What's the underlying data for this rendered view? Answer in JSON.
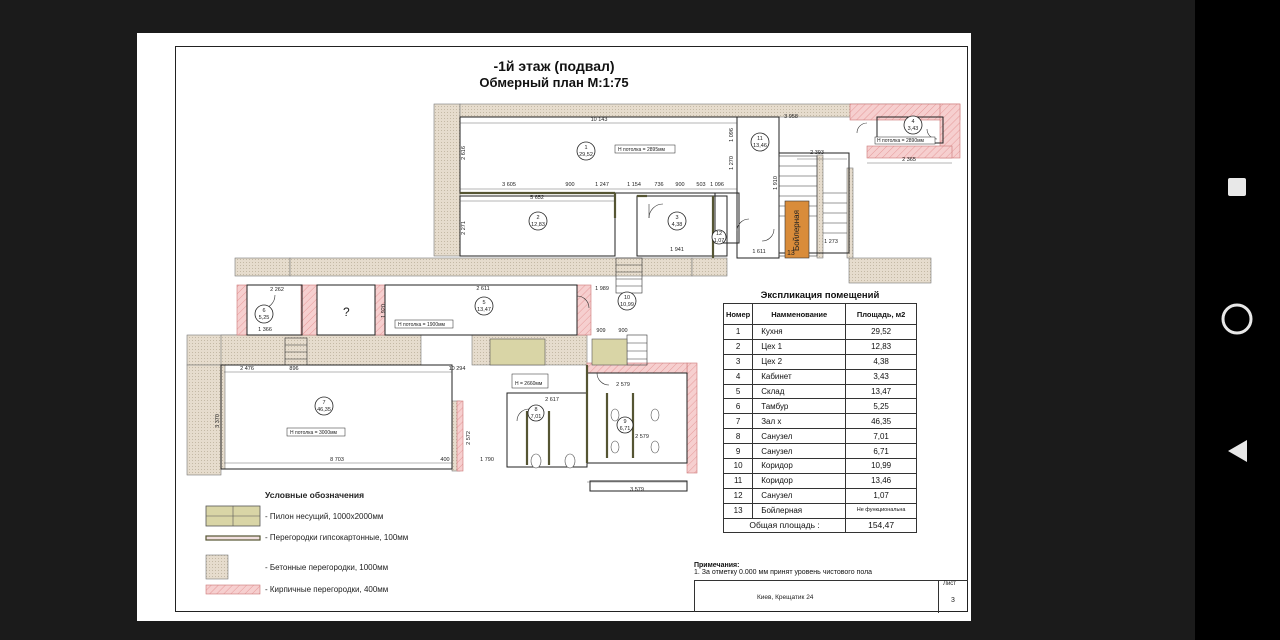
{
  "plan": {
    "title_line1": "-1й этаж (подвал)",
    "title_line2": "Обмерный план  М:1:75",
    "height_notes": {
      "room1": "Н потолка = 2895мм",
      "room5": "Н потолка = 1900мм",
      "room7": "Н потолка = 3000мм",
      "room4": "Н потолка = 2890мм",
      "room9": "Н = 2660мм"
    },
    "unknown_room": "?",
    "boiler_label": "Бойлерная",
    "boiler_num": "13",
    "room_tags": [
      {
        "num": "1",
        "area": "29,52"
      },
      {
        "num": "2",
        "area": "12,83"
      },
      {
        "num": "3",
        "area": "4,38"
      },
      {
        "num": "4",
        "area": "3,43"
      },
      {
        "num": "5",
        "area": "13,47"
      },
      {
        "num": "6",
        "area": "5,25"
      },
      {
        "num": "7",
        "area": "46,35"
      },
      {
        "num": "8",
        "area": "7,01"
      },
      {
        "num": "9",
        "area": "6,71"
      },
      {
        "num": "10",
        "area": "10,99"
      },
      {
        "num": "11",
        "area": "13,46"
      },
      {
        "num": "12",
        "area": "1,07"
      }
    ],
    "dimensions": {
      "d10143": "10 143",
      "d3605": "3 605",
      "d900a": "900",
      "d1247": "1 247",
      "d1154": "1 154",
      "d736": "736",
      "d900b": "900",
      "d503": "503",
      "d1096": "1 096",
      "d5652": "5 652",
      "d2616": "2 616",
      "d2271": "2 271",
      "d1941": "1 941",
      "d1611": "1 611",
      "d1273": "1 273",
      "d2393": "2 393",
      "d3958": "3 958",
      "d2365": "2 365",
      "d2611": "2 611",
      "d1989": "1 989",
      "d2262": "2 262",
      "d1366": "1 366",
      "d909": "909",
      "d900c": "900",
      "d2476": "2 476",
      "d896": "896",
      "d10294": "10 294",
      "d8703": "8 703",
      "d400": "400",
      "d1790": "1 790",
      "d3579": "3 579",
      "d2579a": "2 579",
      "d2579b": "2 579",
      "d2617": "2 617",
      "d2572": "2 572",
      "d3370": "3 370",
      "d1920": "1 920",
      "d1910": "1 910",
      "d1096b": "1 096",
      "d1270": "1 270"
    }
  },
  "explication": {
    "title": "Экспликация помещений",
    "headers": {
      "num": "Номер",
      "name": "Намменование",
      "area": "Площадь, м2"
    },
    "rows": [
      {
        "num": "1",
        "name": "Кухня",
        "area": "29,52"
      },
      {
        "num": "2",
        "name": "Цех 1",
        "area": "12,83"
      },
      {
        "num": "3",
        "name": "Цех 2",
        "area": "4,38"
      },
      {
        "num": "4",
        "name": "Кабинет",
        "area": "3,43"
      },
      {
        "num": "5",
        "name": "Склад",
        "area": "13,47"
      },
      {
        "num": "6",
        "name": "Тамбур",
        "area": "5,25"
      },
      {
        "num": "7",
        "name": "Зал х",
        "area": "46,35"
      },
      {
        "num": "8",
        "name": "Санузел",
        "area": "7,01"
      },
      {
        "num": "9",
        "name": "Санузел",
        "area": "6,71"
      },
      {
        "num": "10",
        "name": "Коридор",
        "area": "10,99"
      },
      {
        "num": "11",
        "name": "Коридор",
        "area": "13,46"
      },
      {
        "num": "12",
        "name": "Санузел",
        "area": "1,07"
      },
      {
        "num": "13",
        "name": "Бойлерная",
        "area": "Не функциональна"
      }
    ],
    "total_label": "Общая площадь :",
    "total_value": "154,47"
  },
  "legend": {
    "title": "Условные обозначения",
    "items": [
      {
        "text": "- Пилон несущий, 1000х2000мм",
        "swatch": "pylon"
      },
      {
        "text": "- Перегородки гипсокартонные, 100мм",
        "swatch": "drywall"
      },
      {
        "text": "- Бетонные перегородки, 1000мм",
        "swatch": "concrete"
      },
      {
        "text": "- Кирпичные перегородки, 400мм",
        "swatch": "brick"
      }
    ]
  },
  "notes": {
    "heading": "Примечания:",
    "line1": "1. За отметку  0.000 мм принят уровень чистового пола"
  },
  "stamp": {
    "address": "Киев, Крещатик 24",
    "sheet_label": "Лист",
    "sheet_number": "3"
  },
  "navbar": {
    "icons": [
      "square-recents-icon",
      "circle-home-icon",
      "triangle-back-icon"
    ]
  },
  "colors": {
    "brick": "#f4c7c7",
    "concrete": "#e2d8c8",
    "pylon": "#d9d5a6",
    "boiler": "#d98c3a",
    "background": "#1b1b1b"
  }
}
